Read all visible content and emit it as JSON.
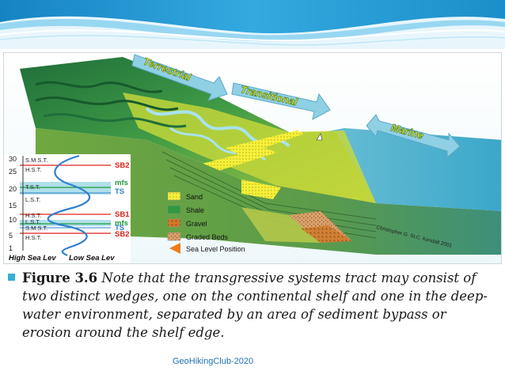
{
  "diagram": {
    "zones": [
      "Terrestrial",
      "Transitional",
      "Marine"
    ],
    "axis_ticks": [
      "30",
      "25",
      "20",
      "15",
      "10",
      "5",
      "1"
    ],
    "tract_labels": [
      "S.M.S.T.",
      "H.S.T.",
      "T.S.T.",
      "L.S.T.",
      "H.S.T.",
      "L.S.T.",
      "S.M.S.T.",
      "H.S.T."
    ],
    "surface_labels": [
      {
        "text": "SB2",
        "color": "#e0201b"
      },
      {
        "text": "mfs",
        "color": "#1e9a3a"
      },
      {
        "text": "TS",
        "color": "#2f7fd0"
      },
      {
        "text": "SB1",
        "color": "#e0201b"
      },
      {
        "text": "mfs",
        "color": "#1e9a3a"
      },
      {
        "text": "TS",
        "color": "#2f7fd0"
      },
      {
        "text": "SB2",
        "color": "#e0201b"
      }
    ],
    "sea_level_left": "High Sea Lev",
    "sea_level_right": "Low Sea Lev",
    "legend": [
      {
        "label": "Sand",
        "color": "#f5f03c"
      },
      {
        "label": "Shale",
        "color": "#2f9a3c"
      },
      {
        "label": "Gravel",
        "color": "#d07a2a"
      },
      {
        "label": "Graded Beds",
        "color": "#d9a06a"
      },
      {
        "label": "Sea Level Position",
        "color": "#ef7d1a"
      }
    ],
    "credit": "Christopher G. St.C. Kendall 2001"
  },
  "caption": {
    "bold": "Figure 3.6",
    "italic": "Note that the transgressive systems tract may consist of two distinct wedges, one on the continental shelf and one in the deep-water environment, separated by an area of sediment bypass or erosion around the shelf edge."
  },
  "footer": "GeoHikingClub-2020",
  "colors": {
    "accent": "#35b0d8",
    "header_dark": "#1a8fc9",
    "header_light": "#8fd4ef"
  }
}
